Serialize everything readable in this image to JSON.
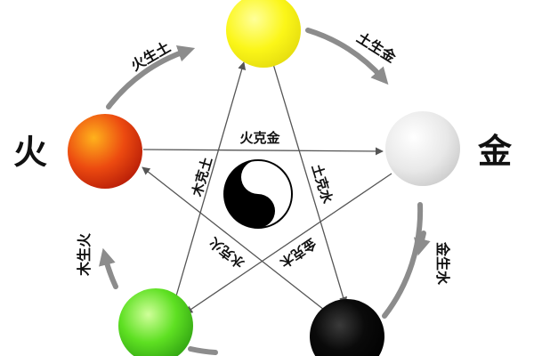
{
  "elements": {
    "fire": {
      "name": "火",
      "color": "#d83a10"
    },
    "metal": {
      "name": "金",
      "color": "#e2e2e2"
    },
    "earth": {
      "color": "#f2ee14"
    },
    "water": {
      "color": "#050505"
    },
    "wood": {
      "color": "#47d61a"
    }
  },
  "generating": {
    "fire_earth": "火生土",
    "earth_metal": "土生金",
    "metal_water": "金生水",
    "wood_fire": "木生火"
  },
  "overcoming": {
    "fire_metal": "火克金",
    "wood_earth": "木克土",
    "earth_water": "土克水",
    "water_fire": "水克火",
    "metal_wood": "金克木"
  },
  "colors": {
    "cycle_arrow": "#8c8c8c",
    "star_line": "#555555"
  },
  "center_icon": "yin-yang-icon"
}
